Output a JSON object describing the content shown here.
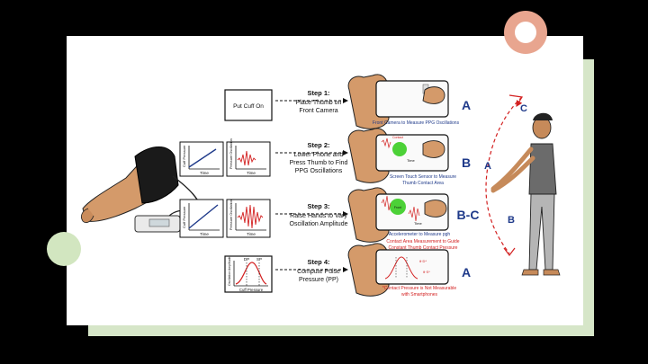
{
  "step0_box": "Put Cuff On",
  "steps": [
    {
      "title": "Step 1:",
      "line1": "Place Thumb on",
      "line2": "Front Camera",
      "line3": ""
    },
    {
      "title": "Step 2:",
      "line1": "Lower Phone and",
      "line2": "Press Thumb to Find",
      "line3": "PPG Oscillations"
    },
    {
      "title": "Step 3:",
      "line1": "Raise Hands to Vary",
      "line2": "Oscillation Amplitude",
      "line3": ""
    },
    {
      "title": "Step 4:",
      "line1": "Compute Pulse",
      "line2": "Pressure (PP)",
      "line3": ""
    }
  ],
  "letters": {
    "row1": "A",
    "row2": "B",
    "row3": "B-C",
    "row4": "A"
  },
  "captions": {
    "row1": "Front Camera to Measure PPG Oscillations",
    "row2_l1": "Screen Touch Sensor to Measure",
    "row2_l2": "Thumb Contact Area",
    "row3_a": "Accelerometer to Measure pgh",
    "row3_b1": "Contact Area Measurement to Guide",
    "row3_b2": "Constant Thumb Contact Pressure",
    "row4_l1": "*Contact Pressure is Not Measurable",
    "row4_l2": "with Smartphones"
  },
  "plots": {
    "cuff_pressure": "Cuff Pressure",
    "time": "Time",
    "pressure_osc": "Pressure Oscillation",
    "osc_amplitude": "Oscillation Amplitude",
    "dp": "DP",
    "sp": "SP"
  },
  "phone_labels": {
    "time": "Time",
    "contact": "Contact",
    "front": "Front",
    "dp_sym": "θ·D*",
    "sp_sym": "θ·S*"
  },
  "arc_labels": {
    "a": "A",
    "b": "B",
    "c": "C"
  },
  "colors": {
    "blue": "#1f3a8a",
    "red": "#d32020",
    "skin": "#d49a6a",
    "green": "#4cd137"
  }
}
